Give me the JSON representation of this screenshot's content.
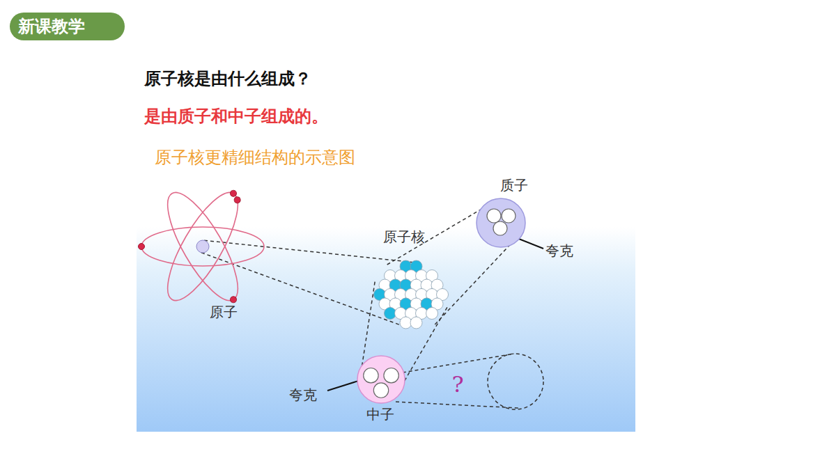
{
  "diagram": {
    "title": "原子核更精细结构的示意图",
    "nodes": [
      {
        "text": [
          "原子"
        ]
      },
      {
        "text": [
          "原子核"
        ]
      },
      {
        "text": [
          "质子"
        ]
      },
      {
        "text": [
          "中子"
        ]
      }
    ],
    "edges": [
      {
        "from": 0,
        "to": 1,
        "arrow": "none"
      },
      {
        "from": 1,
        "to": 2,
        "arrow": "none"
      },
      {
        "from": 1,
        "to": 3,
        "arrow": "none"
      }
    ],
    "labels": [
      "新课教学",
      "原子核是由什么组成？",
      "是由质子和中子组成的。",
      "夸克",
      "夸克",
      "?"
    ]
  }
}
